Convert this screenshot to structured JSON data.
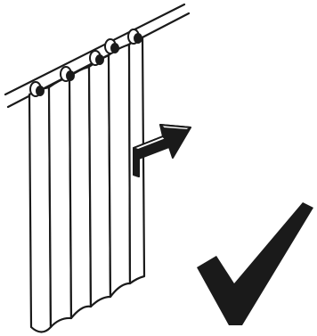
{
  "figure": {
    "subject": "shower-curtain-on-rod",
    "arrow_direction": "up-right",
    "indicator": "checkmark",
    "indicator_meaning": "correct",
    "colors": {
      "line": "#1a1a1a",
      "fill_dark": "#1a1a1a",
      "background": "#ffffff"
    }
  }
}
